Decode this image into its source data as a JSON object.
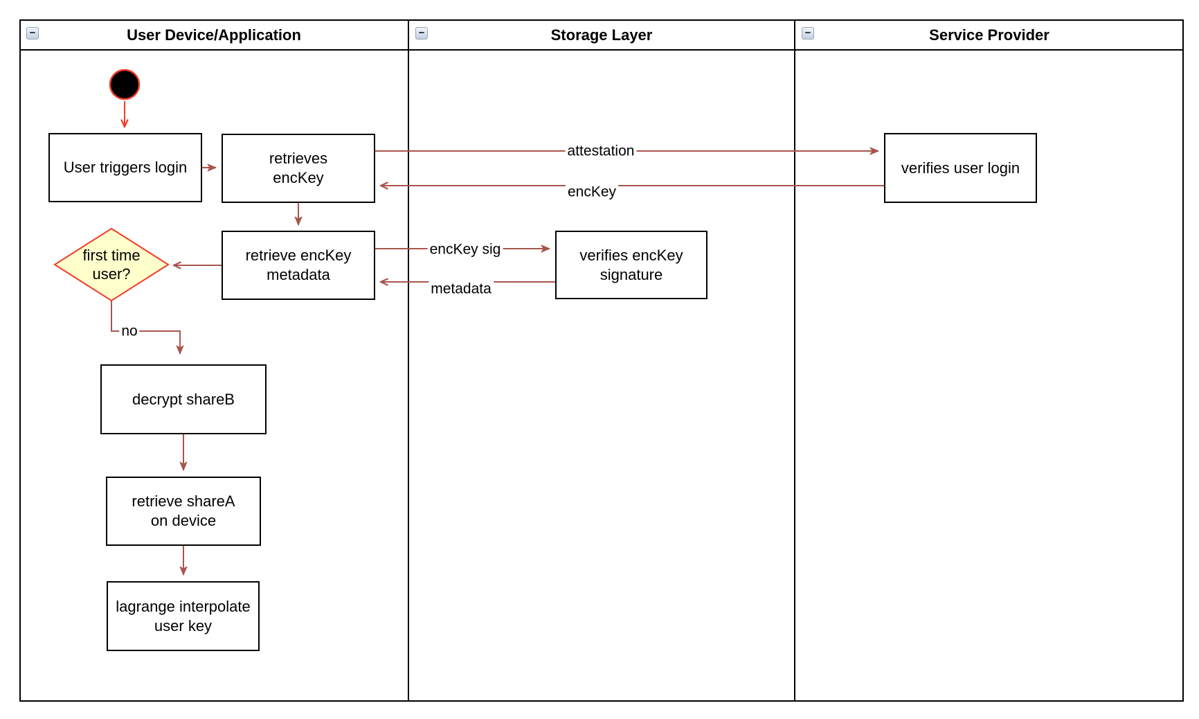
{
  "lanes": [
    {
      "title": "User Device/Application"
    },
    {
      "title": "Storage Layer"
    },
    {
      "title": "Service Provider"
    }
  ],
  "icons": {
    "collapse_minus": "−"
  },
  "nodes": {
    "user_triggers_login": {
      "label": "User triggers login"
    },
    "retrieves_enckey": {
      "label": "retrieves\nencKey"
    },
    "verifies_user_login": {
      "label": "verifies user login"
    },
    "retrieve_enckey_metadata": {
      "label": "retrieve encKey\nmetadata"
    },
    "verifies_enckey_signature": {
      "label": "verifies encKey\nsignature"
    },
    "first_time_user": {
      "label": "first time\nuser?"
    },
    "decrypt_shareb": {
      "label": "decrypt shareB"
    },
    "retrieve_sharea": {
      "label": "retrieve shareA\non device"
    },
    "lagrange_interpolate": {
      "label": "lagrange interpolate\nuser key"
    }
  },
  "edge_labels": {
    "attestation": "attestation",
    "enckey": "encKey",
    "enckey_sig": "encKey sig",
    "metadata": "metadata",
    "no": "no"
  },
  "colors": {
    "arrow_red": "#a8554d",
    "accent_red": "#f23a25",
    "diamond_fill": "#ffffcc",
    "node_border": "#000000",
    "node_fill": "#ffffff"
  }
}
